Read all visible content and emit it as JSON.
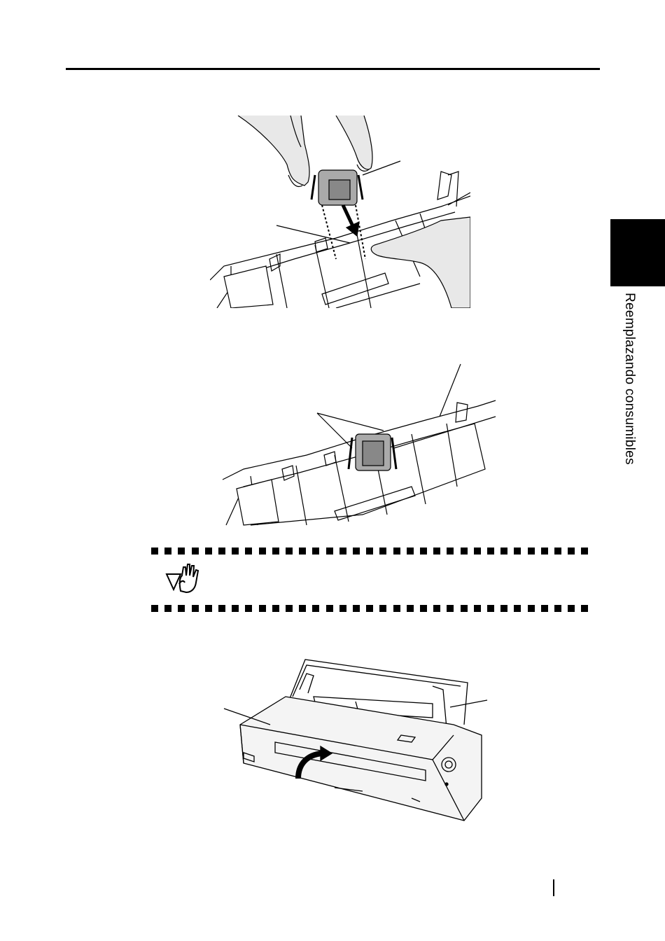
{
  "side_tab": {
    "caption": "Reemplazando consumibles"
  },
  "icons": {
    "hint": "hand-hint-icon",
    "hint_color": "#000000"
  },
  "figures": [
    {
      "name": "pick-roller-insertion"
    },
    {
      "name": "pick-roller-installed"
    },
    {
      "name": "scanner-closing"
    }
  ]
}
